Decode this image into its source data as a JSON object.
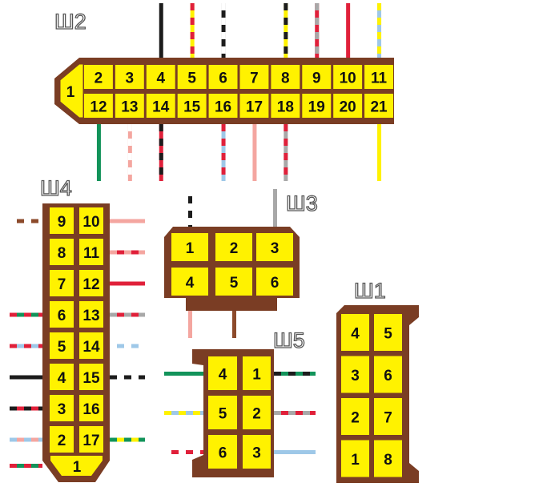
{
  "colors": {
    "body": "#7a3d24",
    "pin": "#fff200",
    "black": "#1c1c1c",
    "white": "#ffffff",
    "red": "#e0203a",
    "yellow": "#fff200",
    "green": "#12935a",
    "pink": "#f4a6a0",
    "blue": "#9ec8e8",
    "brown": "#8c4a2b",
    "gray": "#a8a8a8"
  },
  "connectors": [
    {
      "id": "Ш2",
      "label": "Ш2",
      "pins": [
        "1",
        "2",
        "3",
        "4",
        "5",
        "6",
        "7",
        "8",
        "9",
        "10",
        "11",
        "12",
        "13",
        "14",
        "15",
        "16",
        "17",
        "18",
        "19",
        "20",
        "21"
      ],
      "wires": [
        {
          "pin": "4",
          "side": "top",
          "colors": [
            "black"
          ]
        },
        {
          "pin": "5",
          "side": "top",
          "colors": [
            "yellow",
            "red"
          ]
        },
        {
          "pin": "6",
          "side": "top",
          "colors": [
            "black",
            "white"
          ]
        },
        {
          "pin": "8",
          "side": "top",
          "colors": [
            "yellow",
            "black"
          ]
        },
        {
          "pin": "9",
          "side": "top",
          "colors": [
            "red",
            "gray"
          ]
        },
        {
          "pin": "10",
          "side": "top",
          "colors": [
            "red"
          ]
        },
        {
          "pin": "11",
          "side": "top",
          "colors": [
            "blue",
            "yellow"
          ]
        },
        {
          "pin": "12",
          "side": "bottom",
          "colors": [
            "green"
          ]
        },
        {
          "pin": "13",
          "side": "bottom",
          "colors": [
            "pink",
            "white"
          ]
        },
        {
          "pin": "14",
          "side": "bottom",
          "colors": [
            "red",
            "black"
          ]
        },
        {
          "pin": "16",
          "side": "bottom",
          "colors": [
            "blue",
            "red"
          ]
        },
        {
          "pin": "17",
          "side": "bottom",
          "colors": [
            "pink"
          ]
        },
        {
          "pin": "18",
          "side": "bottom",
          "colors": [
            "gray",
            "red"
          ]
        },
        {
          "pin": "21",
          "side": "bottom",
          "colors": [
            "yellow"
          ]
        }
      ]
    },
    {
      "id": "Ш4",
      "label": "Ш4",
      "pins": [
        "1",
        "2",
        "3",
        "4",
        "5",
        "6",
        "7",
        "8",
        "9",
        "10",
        "11",
        "12",
        "13",
        "14",
        "15",
        "16",
        "17"
      ],
      "wires": [
        {
          "pin": "9",
          "side": "left",
          "colors": [
            "brown",
            "white"
          ]
        },
        {
          "pin": "6",
          "side": "left",
          "colors": [
            "green",
            "red"
          ]
        },
        {
          "pin": "5",
          "side": "left",
          "colors": [
            "blue",
            "red"
          ]
        },
        {
          "pin": "4",
          "side": "left",
          "colors": [
            "black"
          ]
        },
        {
          "pin": "3",
          "side": "left",
          "colors": [
            "red",
            "black"
          ]
        },
        {
          "pin": "2",
          "side": "left",
          "colors": [
            "pink",
            "blue"
          ]
        },
        {
          "pin": "1",
          "side": "left",
          "colors": [
            "green",
            "red"
          ]
        },
        {
          "pin": "10",
          "side": "right",
          "colors": [
            "pink"
          ]
        },
        {
          "pin": "11",
          "side": "right",
          "colors": [
            "red",
            "pink"
          ]
        },
        {
          "pin": "12",
          "side": "right",
          "colors": [
            "red"
          ]
        },
        {
          "pin": "13",
          "side": "right",
          "colors": [
            "red",
            "gray"
          ]
        },
        {
          "pin": "14",
          "side": "right",
          "colors": [
            "blue",
            "white"
          ]
        },
        {
          "pin": "15",
          "side": "right",
          "colors": [
            "white",
            "black"
          ]
        },
        {
          "pin": "16",
          "side": "right",
          "colors": [
            "white"
          ]
        },
        {
          "pin": "17",
          "side": "right",
          "colors": [
            "yellow",
            "green"
          ]
        }
      ]
    },
    {
      "id": "Ш3",
      "label": "Ш3",
      "pins": [
        "1",
        "2",
        "3",
        "4",
        "5",
        "6"
      ],
      "wires": [
        {
          "pin": "1",
          "side": "top",
          "colors": [
            "black",
            "white"
          ]
        },
        {
          "pin": "3",
          "side": "top",
          "colors": [
            "gray"
          ]
        },
        {
          "pin": "4",
          "side": "bottom",
          "colors": [
            "pink"
          ]
        },
        {
          "pin": "5",
          "side": "bottom",
          "colors": [
            "brown"
          ]
        }
      ]
    },
    {
      "id": "Ш5",
      "label": "Ш5",
      "pins": [
        "4",
        "1",
        "5",
        "2",
        "6",
        "3"
      ],
      "wires": [
        {
          "pin": "4",
          "side": "left",
          "colors": [
            "green"
          ]
        },
        {
          "pin": "5",
          "side": "left",
          "colors": [
            "blue",
            "yellow"
          ]
        },
        {
          "pin": "6",
          "side": "left",
          "colors": [
            "red",
            "white"
          ]
        },
        {
          "pin": "1",
          "side": "right",
          "colors": [
            "green",
            "black"
          ]
        },
        {
          "pin": "2",
          "side": "right",
          "colors": [
            "red",
            "gray"
          ]
        },
        {
          "pin": "3",
          "side": "right",
          "colors": [
            "blue"
          ]
        }
      ]
    },
    {
      "id": "Ш1",
      "label": "Ш1",
      "pins": [
        "4",
        "5",
        "3",
        "6",
        "2",
        "7",
        "1",
        "8"
      ],
      "wires": []
    }
  ]
}
